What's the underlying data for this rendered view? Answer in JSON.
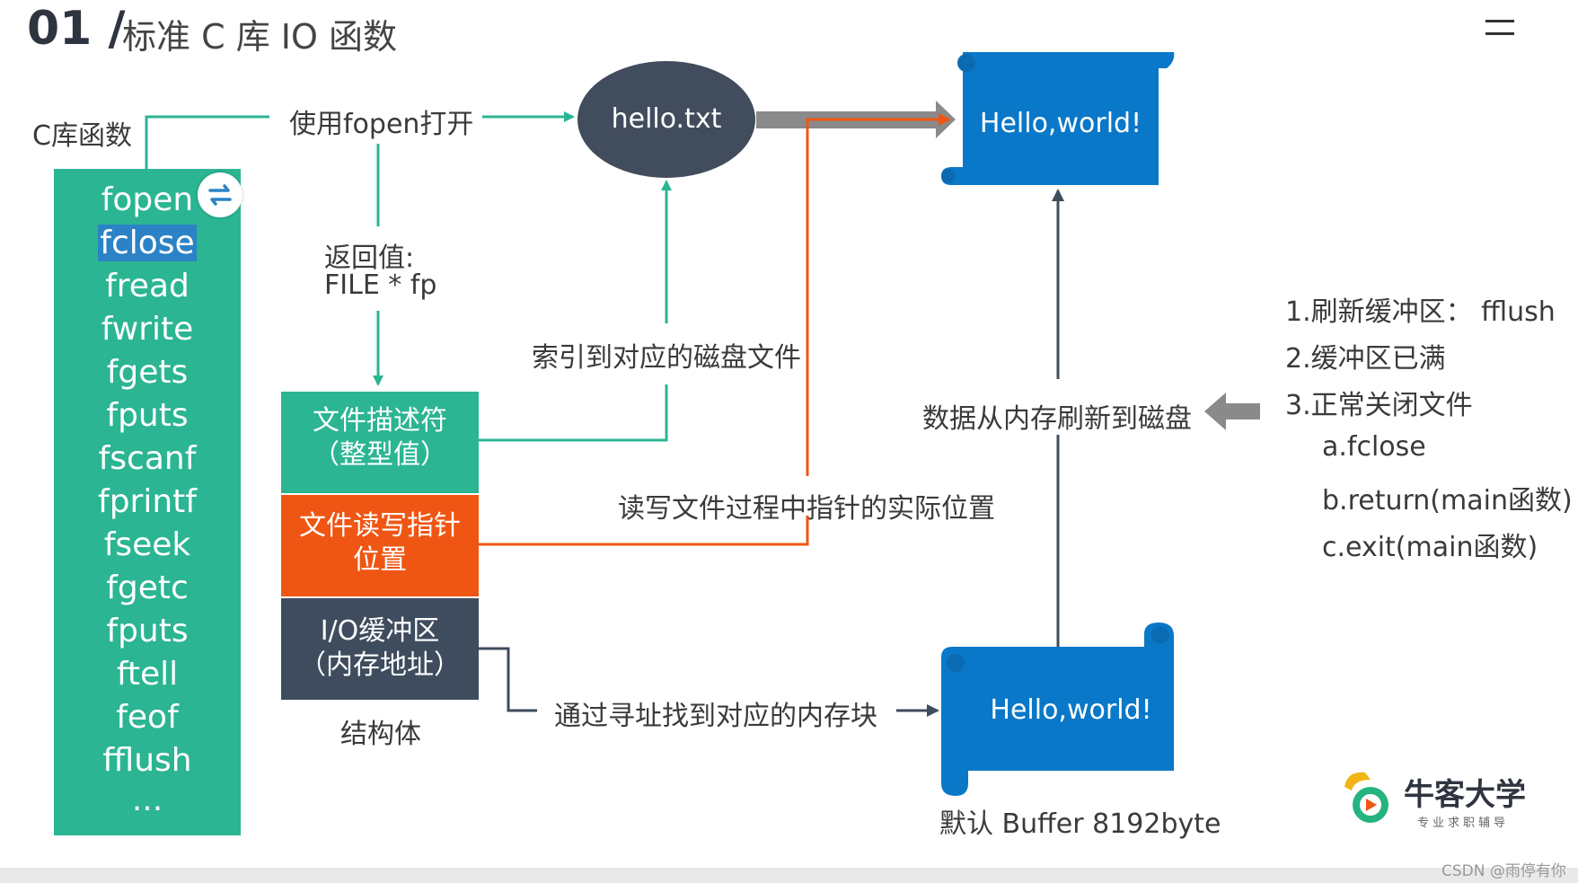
{
  "header": {
    "number": "01 /",
    "title": "标准 C 库 IO 函数"
  },
  "clib": {
    "label": "C库函数",
    "functions": [
      "fopen",
      "fclose",
      "fread",
      "fwrite",
      "fgets",
      "fputs",
      "fscanf",
      "fprintf",
      "fseek",
      "fgetc",
      "fputs",
      "ftell",
      "feof",
      "fflush",
      "..."
    ],
    "selected_index": 1
  },
  "labels": {
    "open_with": "使用fopen打开",
    "return_value_1": "返回值:",
    "return_value_2": "FILE * fp",
    "index_to_disk": "索引到对应的磁盘文件",
    "rw_pointer_pos": "读写文件过程中指针的实际位置",
    "find_memory": "通过寻址找到对应的内存块",
    "flush_to_disk": "数据从内存刷新到磁盘",
    "struct": "结构体",
    "default_buffer": "默认 Buffer 8192byte"
  },
  "file_node": "hello.txt",
  "disk_scroll": "Hello,world!",
  "buffer_scroll": "Hello,world!",
  "struct_boxes": {
    "fd": [
      "文件描述符",
      "（整型值）"
    ],
    "pos": [
      "文件读写指针",
      "位置"
    ],
    "buf": [
      "I/O缓冲区",
      "（内存地址）"
    ]
  },
  "flush_conditions": [
    "1.刷新缓冲区：  fflush",
    "2.缓冲区已满",
    "3.正常关闭文件",
    "a.fclose",
    "b.return(main函数)",
    "c.exit(main函数)"
  ],
  "logo": {
    "name": "牛客大学",
    "tagline": "专业求职辅导"
  },
  "watermark": "CSDN @雨停有你",
  "colors": {
    "teal": "#2bb593",
    "orange": "#ef5613",
    "slate": "#3f4c5e",
    "blue": "#0a78c8",
    "gray_arrow": "#8a8a8a"
  },
  "icons": [
    "swap-icon",
    "menu-icon",
    "logo-icon"
  ]
}
